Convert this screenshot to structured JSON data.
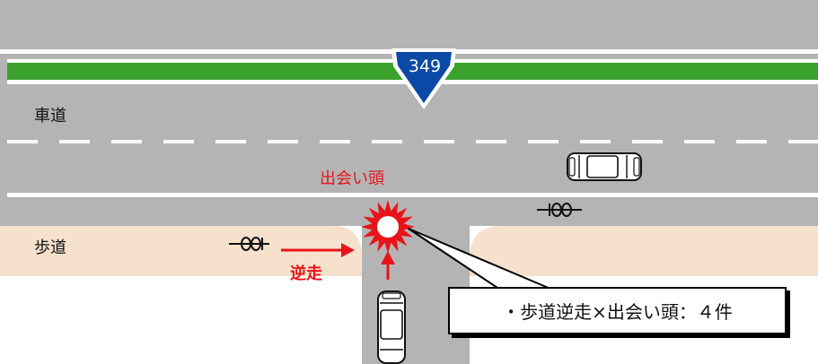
{
  "route": {
    "number": "349",
    "color": "#0a4aa6"
  },
  "labels": {
    "road": "車道",
    "sidewalk": "歩道",
    "collision": "出会い頭",
    "wrong_way": "逆走"
  },
  "callout": {
    "text": "・歩道逆走×出会い頭：４件"
  },
  "colors": {
    "road": "#b4b4b4",
    "median": "#3aa12c",
    "sidewalk": "#f5e1cc",
    "accent": "#e8141b"
  }
}
